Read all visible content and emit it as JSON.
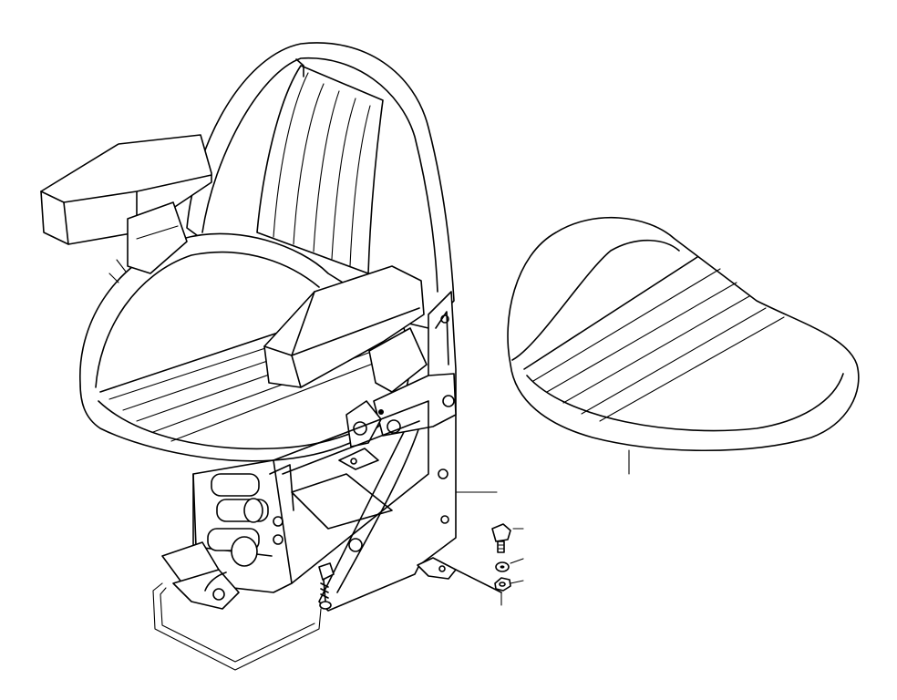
{
  "figure": {
    "colors": {
      "line": "#000000",
      "background": "#ffffff"
    },
    "parts": [
      {
        "id": "seat-assembly",
        "icon": "operator-seat"
      },
      {
        "id": "seat-cushion",
        "icon": "seat-cushion"
      },
      {
        "id": "hex-bolt",
        "icon": "bolt"
      },
      {
        "id": "lock-washer",
        "icon": "washer"
      },
      {
        "id": "hex-nut",
        "icon": "nut"
      }
    ]
  }
}
